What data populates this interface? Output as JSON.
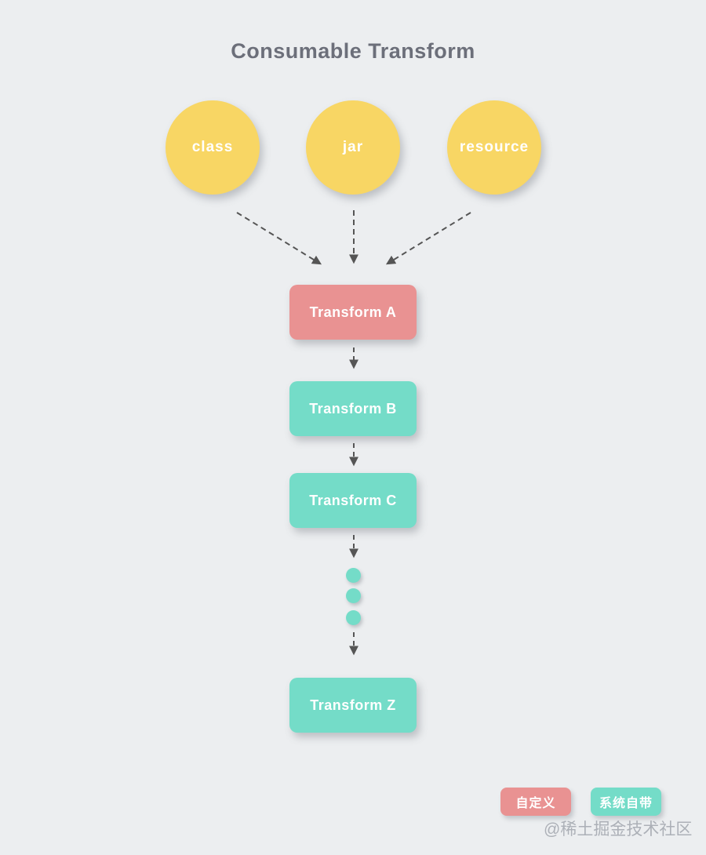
{
  "title": "Consumable Transform",
  "sources": [
    {
      "label": "class"
    },
    {
      "label": "jar"
    },
    {
      "label": "resource"
    }
  ],
  "transforms": [
    {
      "label": "Transform A",
      "type": "custom"
    },
    {
      "label": "Transform B",
      "type": "system"
    },
    {
      "label": "Transform C",
      "type": "system"
    },
    {
      "label": "Transform Z",
      "type": "system"
    }
  ],
  "ellipsis_dots": 3,
  "legend": [
    {
      "label": "自定义",
      "color": "#e99292"
    },
    {
      "label": "系统自带",
      "color": "#74dcc8"
    }
  ],
  "watermark": "@稀土掘金技术社区",
  "colors": {
    "background": "#eceef0",
    "source_node": "#f8d664",
    "custom_node": "#e99292",
    "system_node": "#74dcc8",
    "arrow": "#555555",
    "title_text": "#6c6f7a",
    "node_text": "#ffffff"
  }
}
